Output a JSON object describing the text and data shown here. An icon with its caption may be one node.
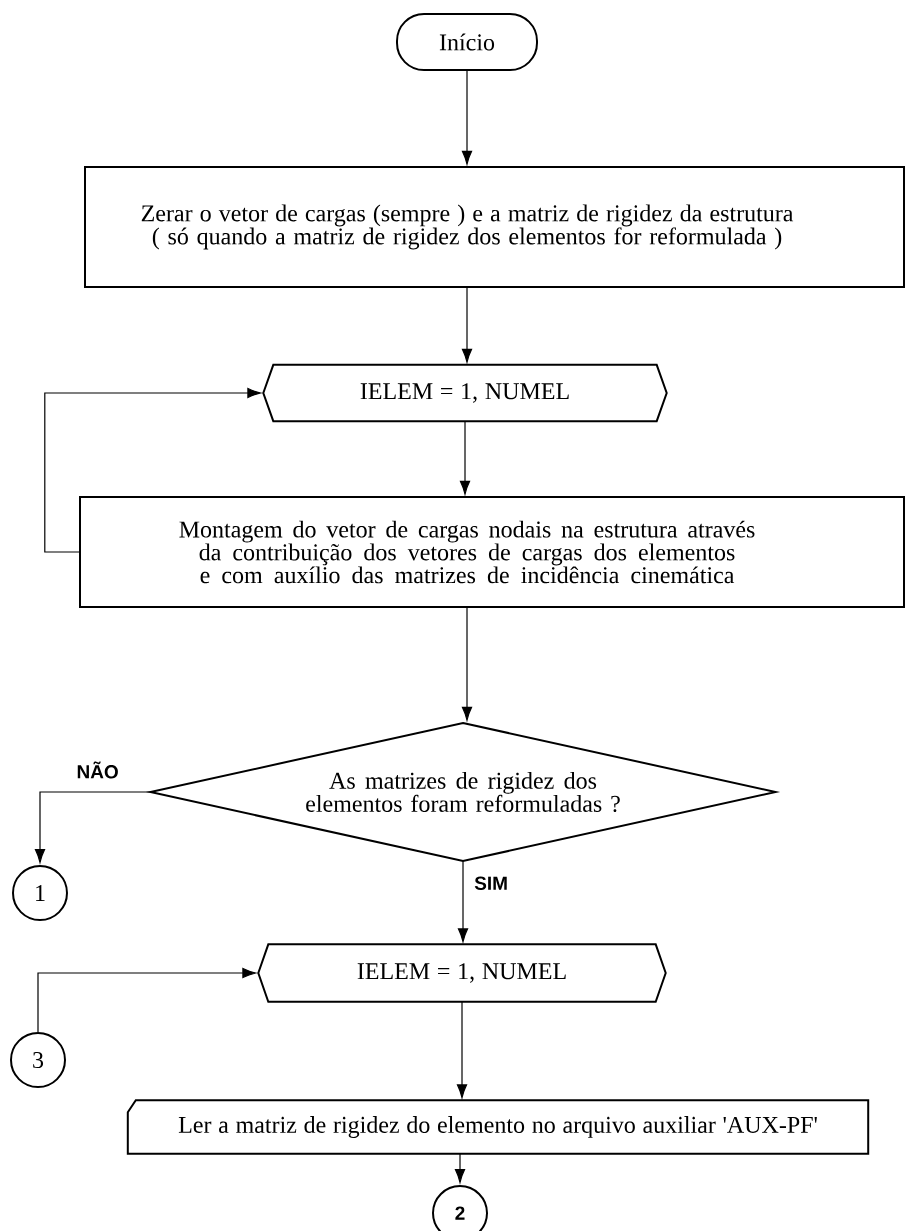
{
  "diagram": {
    "nodes": [
      {
        "text": [
          "Início"
        ]
      },
      {
        "text": [
          "Zerar o vetor de cargas (sempre ) e a matriz de rigidez da estrutura ( só quando a matriz de rigidez dos elementos for reformulada )"
        ]
      },
      {
        "text": [
          "IELEM = 1, NUMEL"
        ]
      },
      {
        "text": [
          "Montagem do vetor de cargas nodais na estrutura através da contribuição dos vetores de cargas dos elementos e com auxílio das matrizes de incidência cinemática"
        ]
      },
      {
        "text": [
          "As matrizes de rigidez dos elementos foram reformuladas ?"
        ]
      },
      {
        "text": [
          "1"
        ]
      },
      {
        "text": [
          "IELEM = 1, NUMEL"
        ]
      },
      {
        "text": [
          "3"
        ]
      },
      {
        "text": [
          "Ler a matriz de rigidez do elemento no arquivo auxiliar 'AUX-PF'"
        ]
      },
      {
        "text": [
          "2"
        ]
      }
    ],
    "edges": [
      {
        "from": 0,
        "to": 1,
        "arrow": "to"
      },
      {
        "from": 1,
        "to": 2,
        "arrow": "to"
      },
      {
        "from": 2,
        "to": 3,
        "arrow": "to"
      },
      {
        "from": 3,
        "to": 2,
        "arrow": "to"
      },
      {
        "from": 3,
        "to": 4,
        "arrow": "to"
      },
      {
        "from": 4,
        "to": 5,
        "arrow": "to",
        "label": "NÃO"
      },
      {
        "from": 4,
        "to": 6,
        "arrow": "to",
        "label": "SIM"
      },
      {
        "from": 7,
        "to": 6,
        "arrow": "to"
      },
      {
        "from": 6,
        "to": 8,
        "arrow": "to"
      },
      {
        "from": 8,
        "to": 9,
        "arrow": "to"
      }
    ]
  }
}
